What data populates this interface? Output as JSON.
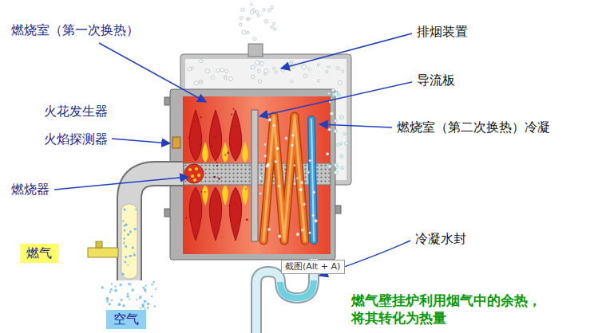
{
  "diagram": {
    "caption": "燃气壁挂炉利用烟气中的余热， 将其转化为热量",
    "nodes": [
      {
        "text": [
          "燃气"
        ]
      },
      {
        "text": [
          "空气"
        ]
      },
      {
        "text": [
          "截图(Alt + A)"
        ]
      }
    ],
    "labels": [
      "燃烧室（第一次换热）",
      "排烟装置",
      "导流板",
      "火花发生器",
      "火焰探测器",
      "燃烧室（第二次换热）冷凝",
      "燃烧器",
      "冷凝水封"
    ]
  }
}
